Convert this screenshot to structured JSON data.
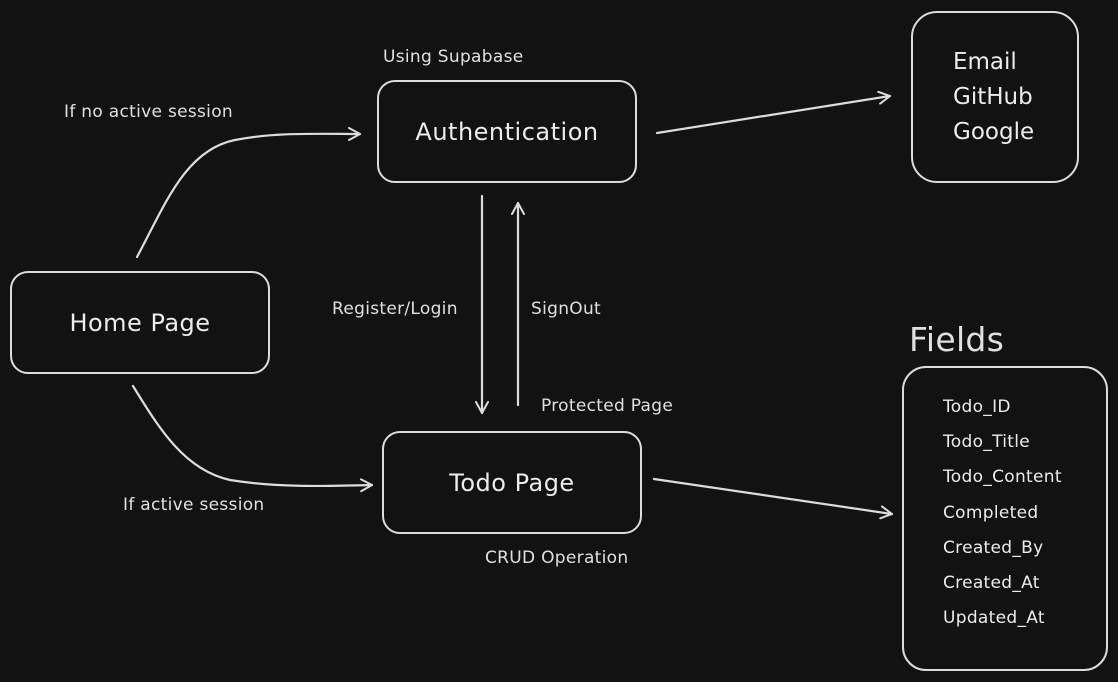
{
  "nodes": {
    "authentication": {
      "label": "Authentication",
      "note": "Using Supabase"
    },
    "home": {
      "label": "Home Page"
    },
    "todo": {
      "label": "Todo Page",
      "note": "CRUD Operation"
    },
    "providers": {
      "items": [
        "Email",
        "GitHub",
        "Google"
      ]
    },
    "fields": {
      "title": "Fields",
      "items": [
        "Todo_ID",
        "Todo_Title",
        "Todo_Content",
        "Completed",
        "Created_By",
        "Created_At",
        "Updated_At"
      ]
    }
  },
  "edges": {
    "home_to_auth": "If no active session",
    "home_to_todo": "If active session",
    "auth_to_todo": "Register/Login",
    "todo_to_auth": "SignOut",
    "todo_note": "Protected Page"
  },
  "colors": {
    "background": "#121212",
    "stroke": "#dcdcdc",
    "text": "#e8e8e8"
  }
}
